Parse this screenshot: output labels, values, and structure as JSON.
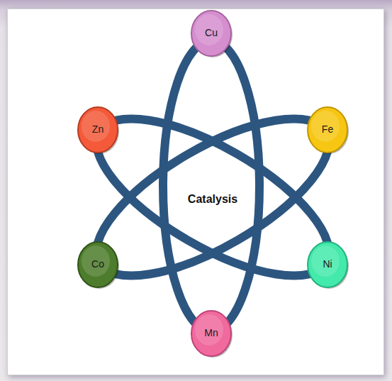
{
  "diagram": {
    "nodes": [
      {
        "text": [
          "Cu"
        ]
      },
      {
        "text": [
          "Zn"
        ]
      },
      {
        "text": [
          "Fe"
        ]
      },
      {
        "text": [
          "Co"
        ]
      },
      {
        "text": [
          "Ni"
        ]
      },
      {
        "text": [
          "Mn"
        ]
      }
    ],
    "labels": [
      "Catalysis"
    ]
  }
}
